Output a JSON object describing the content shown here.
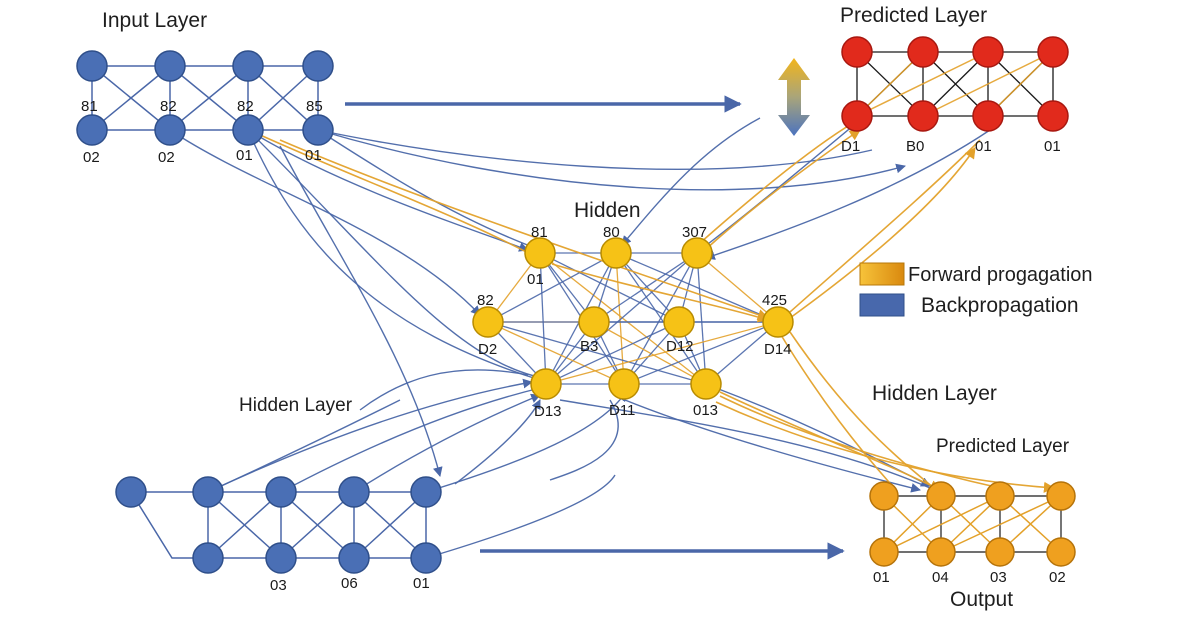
{
  "colors": {
    "blue_node": "#4a6fb5",
    "blue_stroke": "#2f4f8a",
    "blue_edge": "#4a67a8",
    "red_node": "#e12a1c",
    "red_stroke": "#a81810",
    "yellow_node": "#f6c216",
    "yellow_stroke": "#b88b00",
    "orange_node": "#efa01f",
    "orange_stroke": "#b5730a",
    "orange_edge": "#e3a12a",
    "black_edge": "#1a1a1a",
    "legend_orange": "#e8a218",
    "legend_blue": "#4868ac"
  },
  "titles": {
    "input_layer": "Input Layer",
    "predicted_layer_top": "Predicted Layer",
    "hidden": "Hidden",
    "hidden_layer_left": "Hidden Layer",
    "hidden_layer_right": "Hidden Layer",
    "predicted_layer_bottom": "Predicted Layer",
    "output": "Output"
  },
  "legend": {
    "forward": "Forward progagation",
    "backward": "Backpropagation"
  },
  "node_labels": {
    "input_top": [
      "81",
      "82",
      "82",
      "85"
    ],
    "input_bottom": [
      "02",
      "02",
      "01",
      "01"
    ],
    "predicted_bottom": [
      "D1",
      "B0",
      "01",
      "01"
    ],
    "hidden_row1_top": [
      "81",
      "80",
      "307"
    ],
    "hidden_row1_bottom": [
      "01"
    ],
    "hidden_row2_top": [
      "82",
      "425"
    ],
    "hidden_row2_bottom": [
      "D2",
      "B3",
      "D12",
      "D14"
    ],
    "hidden_row3_bottom": [
      "D13",
      "D11",
      "013"
    ],
    "lower_bottom": [
      "03",
      "06",
      "01"
    ],
    "output_bottom": [
      "01",
      "04",
      "03",
      "02"
    ]
  },
  "icons": {
    "direction_arrow": "up-down-arrow-icon"
  }
}
